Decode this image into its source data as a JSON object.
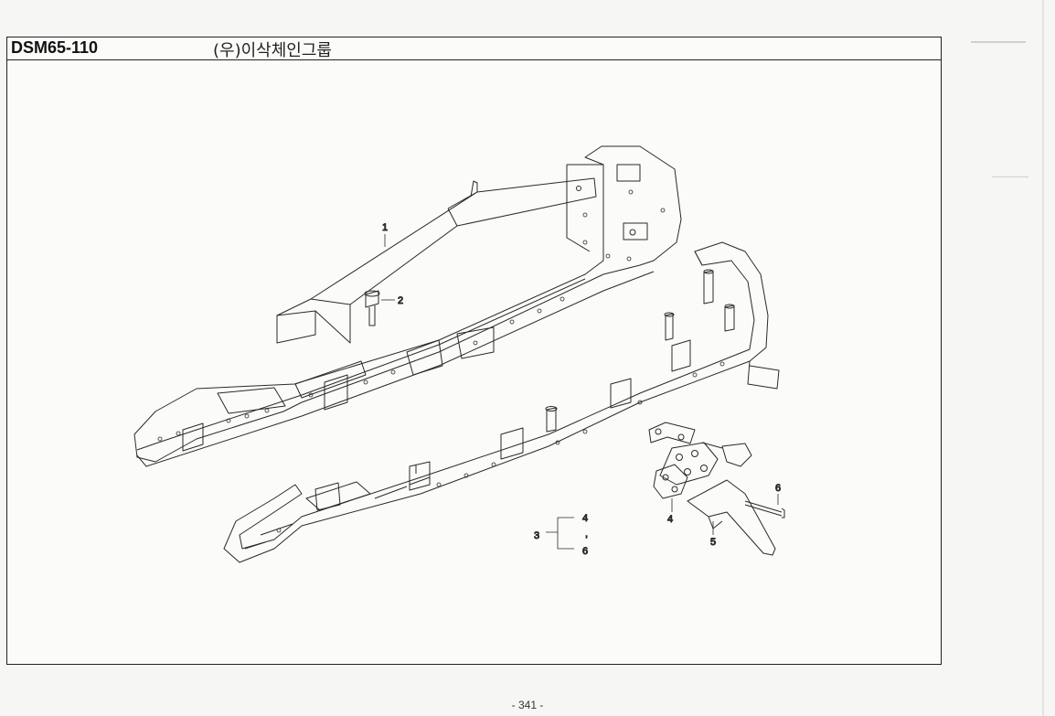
{
  "header": {
    "code": "DSM65-110",
    "title": "(우)이삭체인그룹"
  },
  "callouts": {
    "c1": "1",
    "c2": "2",
    "c3": "3",
    "c4a": "4",
    "c4b": "4",
    "c5": "5",
    "c6a": "6",
    "c6b": "6",
    "comma": ","
  },
  "footer": {
    "page": "- 341 -"
  },
  "colors": {
    "line": "#2a2a2a",
    "paper": "#fbfbfa"
  }
}
